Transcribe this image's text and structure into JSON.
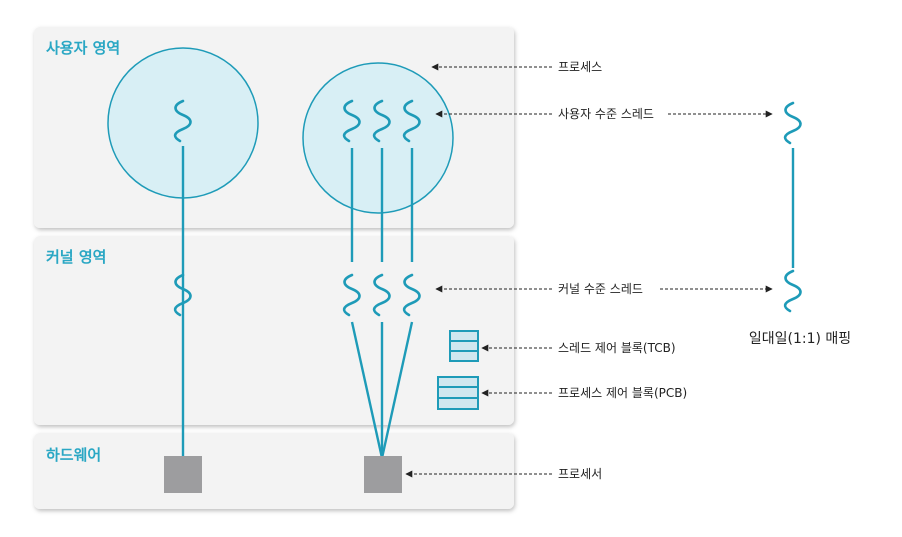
{
  "regions": {
    "user": "사용자 영역",
    "kernel": "커널 영역",
    "hardware": "하드웨어"
  },
  "annotations": {
    "process": "프로세스",
    "user_thread": "사용자 수준 스레드",
    "kernel_thread": "커널 수준 스레드",
    "tcb": "스레드 제어 블록(TCB)",
    "pcb": "프로세스 제어 블록(PCB)",
    "processor": "프로세서"
  },
  "mapping_label": "일대일(1:1) 매핑",
  "colors": {
    "accent": "#1e9bb8",
    "label": "#2aa7c4",
    "circle_fill": "#d8eff5",
    "panel": "#f3f3f3",
    "processor": "#9d9d9f",
    "block_fill": "#cfe7ef"
  }
}
